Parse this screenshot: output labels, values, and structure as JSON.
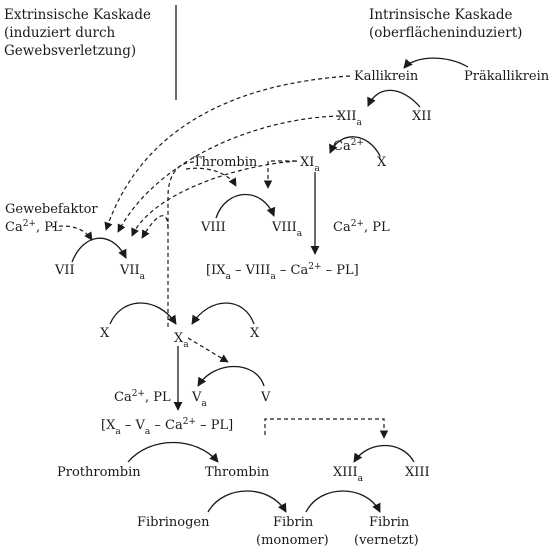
{
  "headings": {
    "extrinsic": [
      "Extrinsische Kaskade",
      "(induziert durch",
      "Gewebsverletzung)"
    ],
    "intrinsic": [
      "Intrinsische Kaskade",
      "(oberflächeninduziert)"
    ]
  },
  "factors": {
    "kallikrein": "Kallikrein",
    "praekallikrein": "Präkallikrein",
    "xii": "XII",
    "xii_base": "XII",
    "xii_sub": "a",
    "ca2": "Ca",
    "ca2_sup": "2+",
    "xi_base": "XI",
    "xi_sub": "a",
    "x_top": "X",
    "thrombin_upper": "Thrombin",
    "gewebefaktor": "Gewebefaktor",
    "ca_pl_left_base": "Ca",
    "ca_pl_left_sup": "2+",
    "ca_pl_left_rest": ", PL",
    "viii": "VIII",
    "viii_base": "VIII",
    "viii_sub": "a",
    "ca_pl_right_base": "Ca",
    "ca_pl_right_sup": "2+",
    "ca_pl_right_rest": ", PL",
    "vii": "VII",
    "vii_base": "VII",
    "vii_sub": "a",
    "tenase_complex": {
      "p1": "[IX",
      "s1": "a",
      "p2": " – VIII",
      "s2": "a",
      "p3": " – Ca",
      "sup": "2+",
      "p4": " – PL]"
    },
    "x_left": "X",
    "xa_base": "X",
    "xa_sub": "a",
    "x_right": "X",
    "ca_pl_mid_base": "Ca",
    "ca_pl_mid_sup": "2+",
    "ca_pl_mid_rest": ", PL",
    "va_base": "V",
    "va_sub": "a",
    "v": "V",
    "prothrombinase_complex": {
      "p1": "[X",
      "s1": "a",
      "p2": " – V",
      "s2": "a",
      "p3": " – Ca",
      "sup": "2+",
      "p4": " – PL]"
    },
    "prothrombin": "Prothrombin",
    "thrombin_lower": "Thrombin",
    "xiii_base": "XIII",
    "xiii_sub": "a",
    "xiii": "XIII",
    "fibrinogen": "Fibrinogen",
    "fibrin_monomer": [
      "Fibrin",
      "(monomer)"
    ],
    "fibrin_crosslinked": [
      "Fibrin",
      "(vernetzt)"
    ]
  }
}
